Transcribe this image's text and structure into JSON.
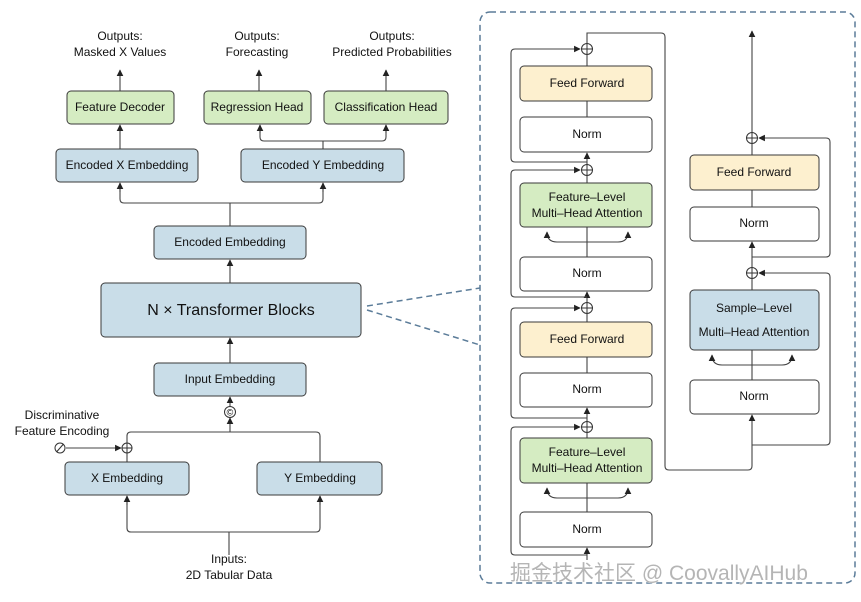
{
  "colors": {
    "green": "#d5ecc2",
    "blue": "#c9dde8",
    "yellow": "#fdf0cf",
    "white": "#ffffff",
    "dashed": "#5b7c99"
  },
  "outputs": [
    {
      "line1": "Outputs:",
      "line2": "Masked X Values"
    },
    {
      "line1": "Outputs:",
      "line2": "Forecasting"
    },
    {
      "line1": "Outputs:",
      "line2": "Predicted Probabilities"
    }
  ],
  "heads": {
    "feature_decoder": "Feature Decoder",
    "regression": "Regression Head",
    "classification": "Classification Head"
  },
  "encoded": {
    "x": "Encoded X Embedding",
    "y": "Encoded Y Embedding",
    "combined": "Encoded Embedding"
  },
  "transformer": "N × Transformer Blocks",
  "input_embedding": "Input Embedding",
  "concat_symbol": "©",
  "dfe": {
    "line1": "Discriminative",
    "line2": "Feature Encoding"
  },
  "x_embedding": "X Embedding",
  "y_embedding": "Y Embedding",
  "inputs": {
    "line1": "Inputs:",
    "line2": "2D Tabular Data"
  },
  "block": {
    "feed_forward": "Feed Forward",
    "norm": "Norm",
    "feature_attn_line1": "Feature–Level",
    "feature_attn_line2": "Multi–Head Attention",
    "sample_attn_line1": "Sample–Level",
    "sample_attn_line2": "Multi–Head Attention"
  },
  "watermark": "掘金技术社区 @ CoovallyAIHub"
}
